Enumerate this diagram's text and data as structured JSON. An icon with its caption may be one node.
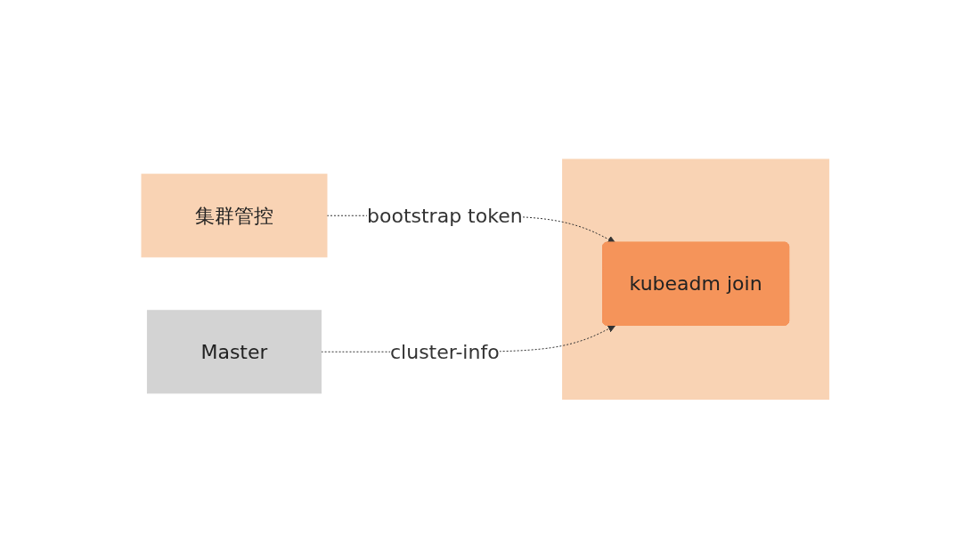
{
  "diagram": {
    "nodes": [
      {
        "text": [
          "集群管控"
        ]
      },
      {
        "text": [],
        "shape": "box"
      },
      {
        "text": [
          "kubeadm join"
        ],
        "in": 1
      },
      {
        "text": [
          "Master"
        ]
      }
    ],
    "edges": [
      {
        "from": 0,
        "to": 2,
        "arrow": "to",
        "label": "bootstrap token",
        "style": "dashed"
      },
      {
        "from": 3,
        "to": 2,
        "arrow": "to",
        "label": "cluster-info",
        "style": "dashed"
      }
    ]
  }
}
